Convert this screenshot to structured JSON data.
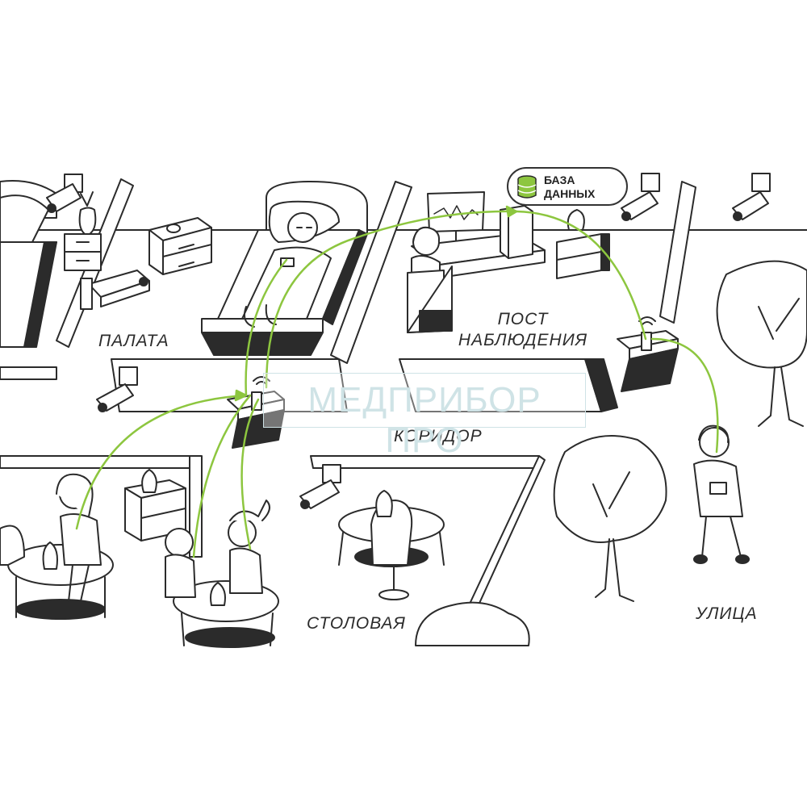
{
  "labels": {
    "palata": "ПАЛАТА",
    "post_line1": "ПОСТ",
    "post_line2": "НАБЛЮДЕНИЯ",
    "koridor": "КОРИДОР",
    "stolovaya": "СТОЛОВАЯ",
    "ulitsa": "УЛИЦА"
  },
  "database": {
    "line1": "БАЗА",
    "line2": "ДАННЫХ",
    "icon": "database-icon",
    "color": "#8dc63f"
  },
  "watermark": {
    "text": "МЕДПРИБОР ПРО"
  },
  "colors": {
    "link": "#8dc63f",
    "line": "#2b2b2b",
    "shadow": "#3a3a3a"
  },
  "icons": [
    "security-camera-icon",
    "bed-icon",
    "nightstand-icon",
    "monitor-icon",
    "computer-tower-icon",
    "wifi-signal-icon",
    "tree-icon",
    "person-icon",
    "vase-icon"
  ]
}
